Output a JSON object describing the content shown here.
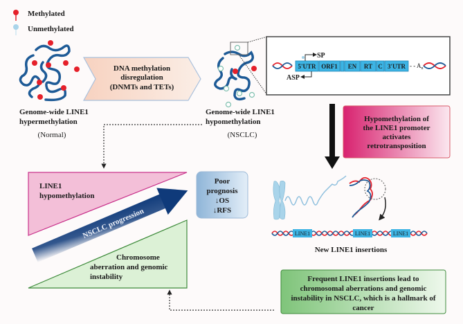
{
  "legend": {
    "methylated": "Methylated",
    "unmethylated": "Unmethylated"
  },
  "normal": {
    "line1": "Genome-wide LINE1",
    "line2": "hypermethylation",
    "state": "(Normal)"
  },
  "process_arrow": {
    "line1": "DNA methylation",
    "line2": "disregulation",
    "line3": "(DNMTs and TETs)"
  },
  "nsclc": {
    "line1": "Genome-wide LINE1",
    "line2": "hypomethylation",
    "state": "(NSCLC)"
  },
  "line1_structure": {
    "segments": [
      "5'UTR",
      "ORF1",
      "",
      "EN",
      "RT",
      "C",
      "3'UTR"
    ],
    "sense_promoter": "SP",
    "antisense_promoter": "ASP",
    "poly_a": "- - A",
    "poly_a_sub": "n"
  },
  "promoter_box": {
    "lines": [
      "Hypomethylation of",
      "the LINE1 promoter",
      "activates",
      "retrotransposition"
    ]
  },
  "pink_triangle": {
    "lines": [
      "LINE1",
      "hypomethylation"
    ]
  },
  "green_triangle": {
    "lines": [
      "Chromosome",
      "aberration and genomic",
      "instability"
    ]
  },
  "progression_arrow": {
    "label": "NSCLC progression"
  },
  "prognosis_box": {
    "lines": [
      "Poor",
      "prognosis",
      "↓OS",
      "↓RFS"
    ]
  },
  "insertions": {
    "element_label": "LINE1",
    "caption": "New LINE1 insertions"
  },
  "consequence_box": {
    "lines": [
      "Frequent LINE1 insertions lead to",
      "chromosomal aberrations and genomic",
      "instability in NSCLC, which is a hallmark of",
      "cancer"
    ]
  },
  "colors": {
    "methyl": "#e5202a",
    "unmethyl": "#9fd0e6",
    "dna": "#1d5a96",
    "pink": "#f3bfd8",
    "green": "#dcf1d6",
    "navy": "#0f3a7a",
    "segment": "#3db4e4"
  }
}
